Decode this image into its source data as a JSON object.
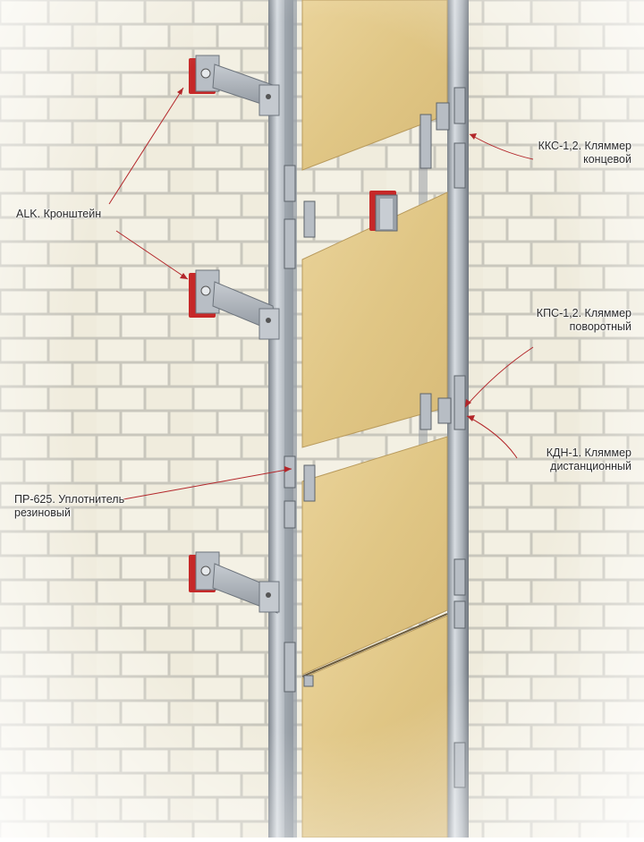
{
  "labels": {
    "bracket": {
      "line1": "ALK. Кронштейн"
    },
    "end_clip": {
      "line1": "ККС-1,2. Кляммер",
      "line2": "концевой"
    },
    "rotary_clip": {
      "line1": "КПС-1,2. Кляммер",
      "line2": "поворотный"
    },
    "spacer_clip": {
      "line1": "КДН-1. Кляммер",
      "line2": "дистанционный"
    },
    "seal": {
      "line1": "ПР-625. Уплотнитель",
      "line2": "резиновый"
    }
  },
  "colors": {
    "brick": "#f2efe2",
    "mortar": "#c9c7bd",
    "panel": "#e3c98a",
    "metal": "#a9b0b8",
    "gasket": "#c62828",
    "leader": "#b3262a"
  }
}
